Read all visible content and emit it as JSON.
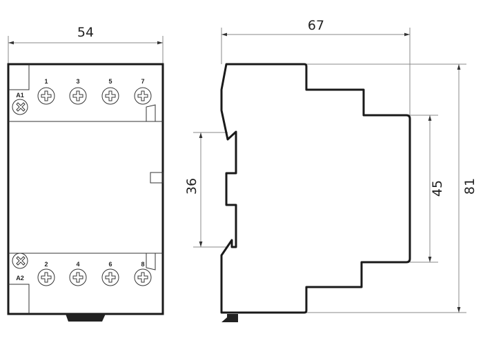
{
  "dimensions": {
    "width": "54",
    "depth": "67",
    "rail": "36",
    "front_height": "45",
    "height": "81"
  },
  "front_view": {
    "top_terminals": [
      "1",
      "3",
      "5",
      "7"
    ],
    "bottom_terminals": [
      "2",
      "4",
      "6",
      "8"
    ],
    "coil_top": "A1",
    "coil_bottom": "A2"
  }
}
